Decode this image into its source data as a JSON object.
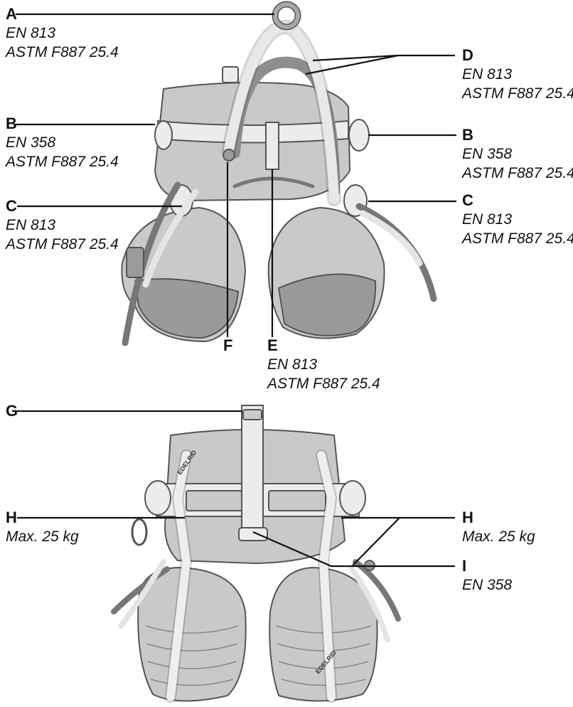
{
  "labels": {
    "A": {
      "letter": "A",
      "lines": [
        "EN 813",
        "ASTM F887 25.4"
      ]
    },
    "B_left": {
      "letter": "B",
      "lines": [
        "EN 358",
        "ASTM F887 25.4"
      ]
    },
    "C_left": {
      "letter": "C",
      "lines": [
        "EN 813",
        "ASTM F887 25.4"
      ]
    },
    "D": {
      "letter": "D",
      "lines": [
        "EN 813",
        "ASTM F887 25.4"
      ]
    },
    "B_right": {
      "letter": "B",
      "lines": [
        "EN 358",
        "ASTM F887 25.4"
      ]
    },
    "C_right": {
      "letter": "C",
      "lines": [
        "EN 813",
        "ASTM F887 25.4"
      ]
    },
    "F": {
      "letter": "F"
    },
    "E": {
      "letter": "E",
      "lines": [
        "EN 813",
        "ASTM F887 25.4"
      ]
    },
    "G": {
      "letter": "G"
    },
    "H_left": {
      "letter": "H",
      "lines": [
        "Max. 25 kg"
      ]
    },
    "H_right": {
      "letter": "H",
      "lines": [
        "Max. 25 kg"
      ]
    },
    "I": {
      "letter": "I",
      "lines": [
        "EN 358"
      ]
    }
  },
  "brand_marks": [
    "EDELRID",
    "EDELRID"
  ],
  "colors": {
    "harness_fill": "#c9c9c9",
    "harness_dark": "#8e8e8e",
    "harness_light": "#ececec",
    "line": "#111111"
  }
}
